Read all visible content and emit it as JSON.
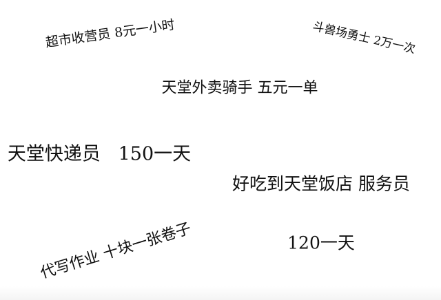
{
  "jobs": {
    "supermarket_cashier": "超市收营员 8元一小时",
    "colosseum_warrior": "斗兽场勇士 2万一次",
    "heaven_delivery_rider": "天堂外卖骑手 五元一单",
    "heaven_courier": "天堂快递员   150一天",
    "restaurant_waiter_line1": "好吃到天堂饭店 服务员",
    "restaurant_waiter_line2": "120一天",
    "homework_writer": "代写作业 十块一张卷子"
  }
}
